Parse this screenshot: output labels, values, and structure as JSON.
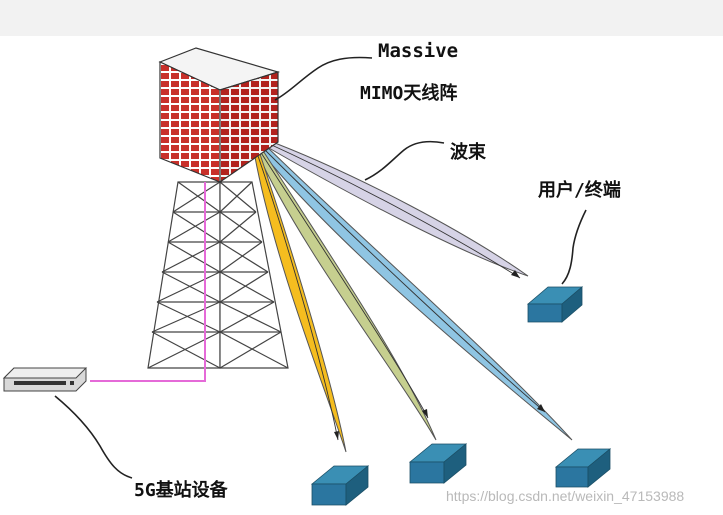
{
  "labels": {
    "array_line1": "Massive",
    "array_line2": "MIMO天线阵",
    "beam": "波束",
    "terminal": "用户/终端",
    "base_station": "5G基站设备"
  },
  "watermark": "https://blog.csdn.net/weixin_47153988",
  "colors": {
    "brick": "#c8302a",
    "mortar": "#ffffff",
    "tower_line": "#444444",
    "fiber": "#e56ad8",
    "terminal_top": "#3a8fb4",
    "terminal_side": "#1e5f7e",
    "beam_yellow": "#f5bd1f",
    "beam_olive": "#c6cf8f",
    "beam_blue": "#8fc5e3",
    "beam_lavender": "#d6d3e6"
  }
}
